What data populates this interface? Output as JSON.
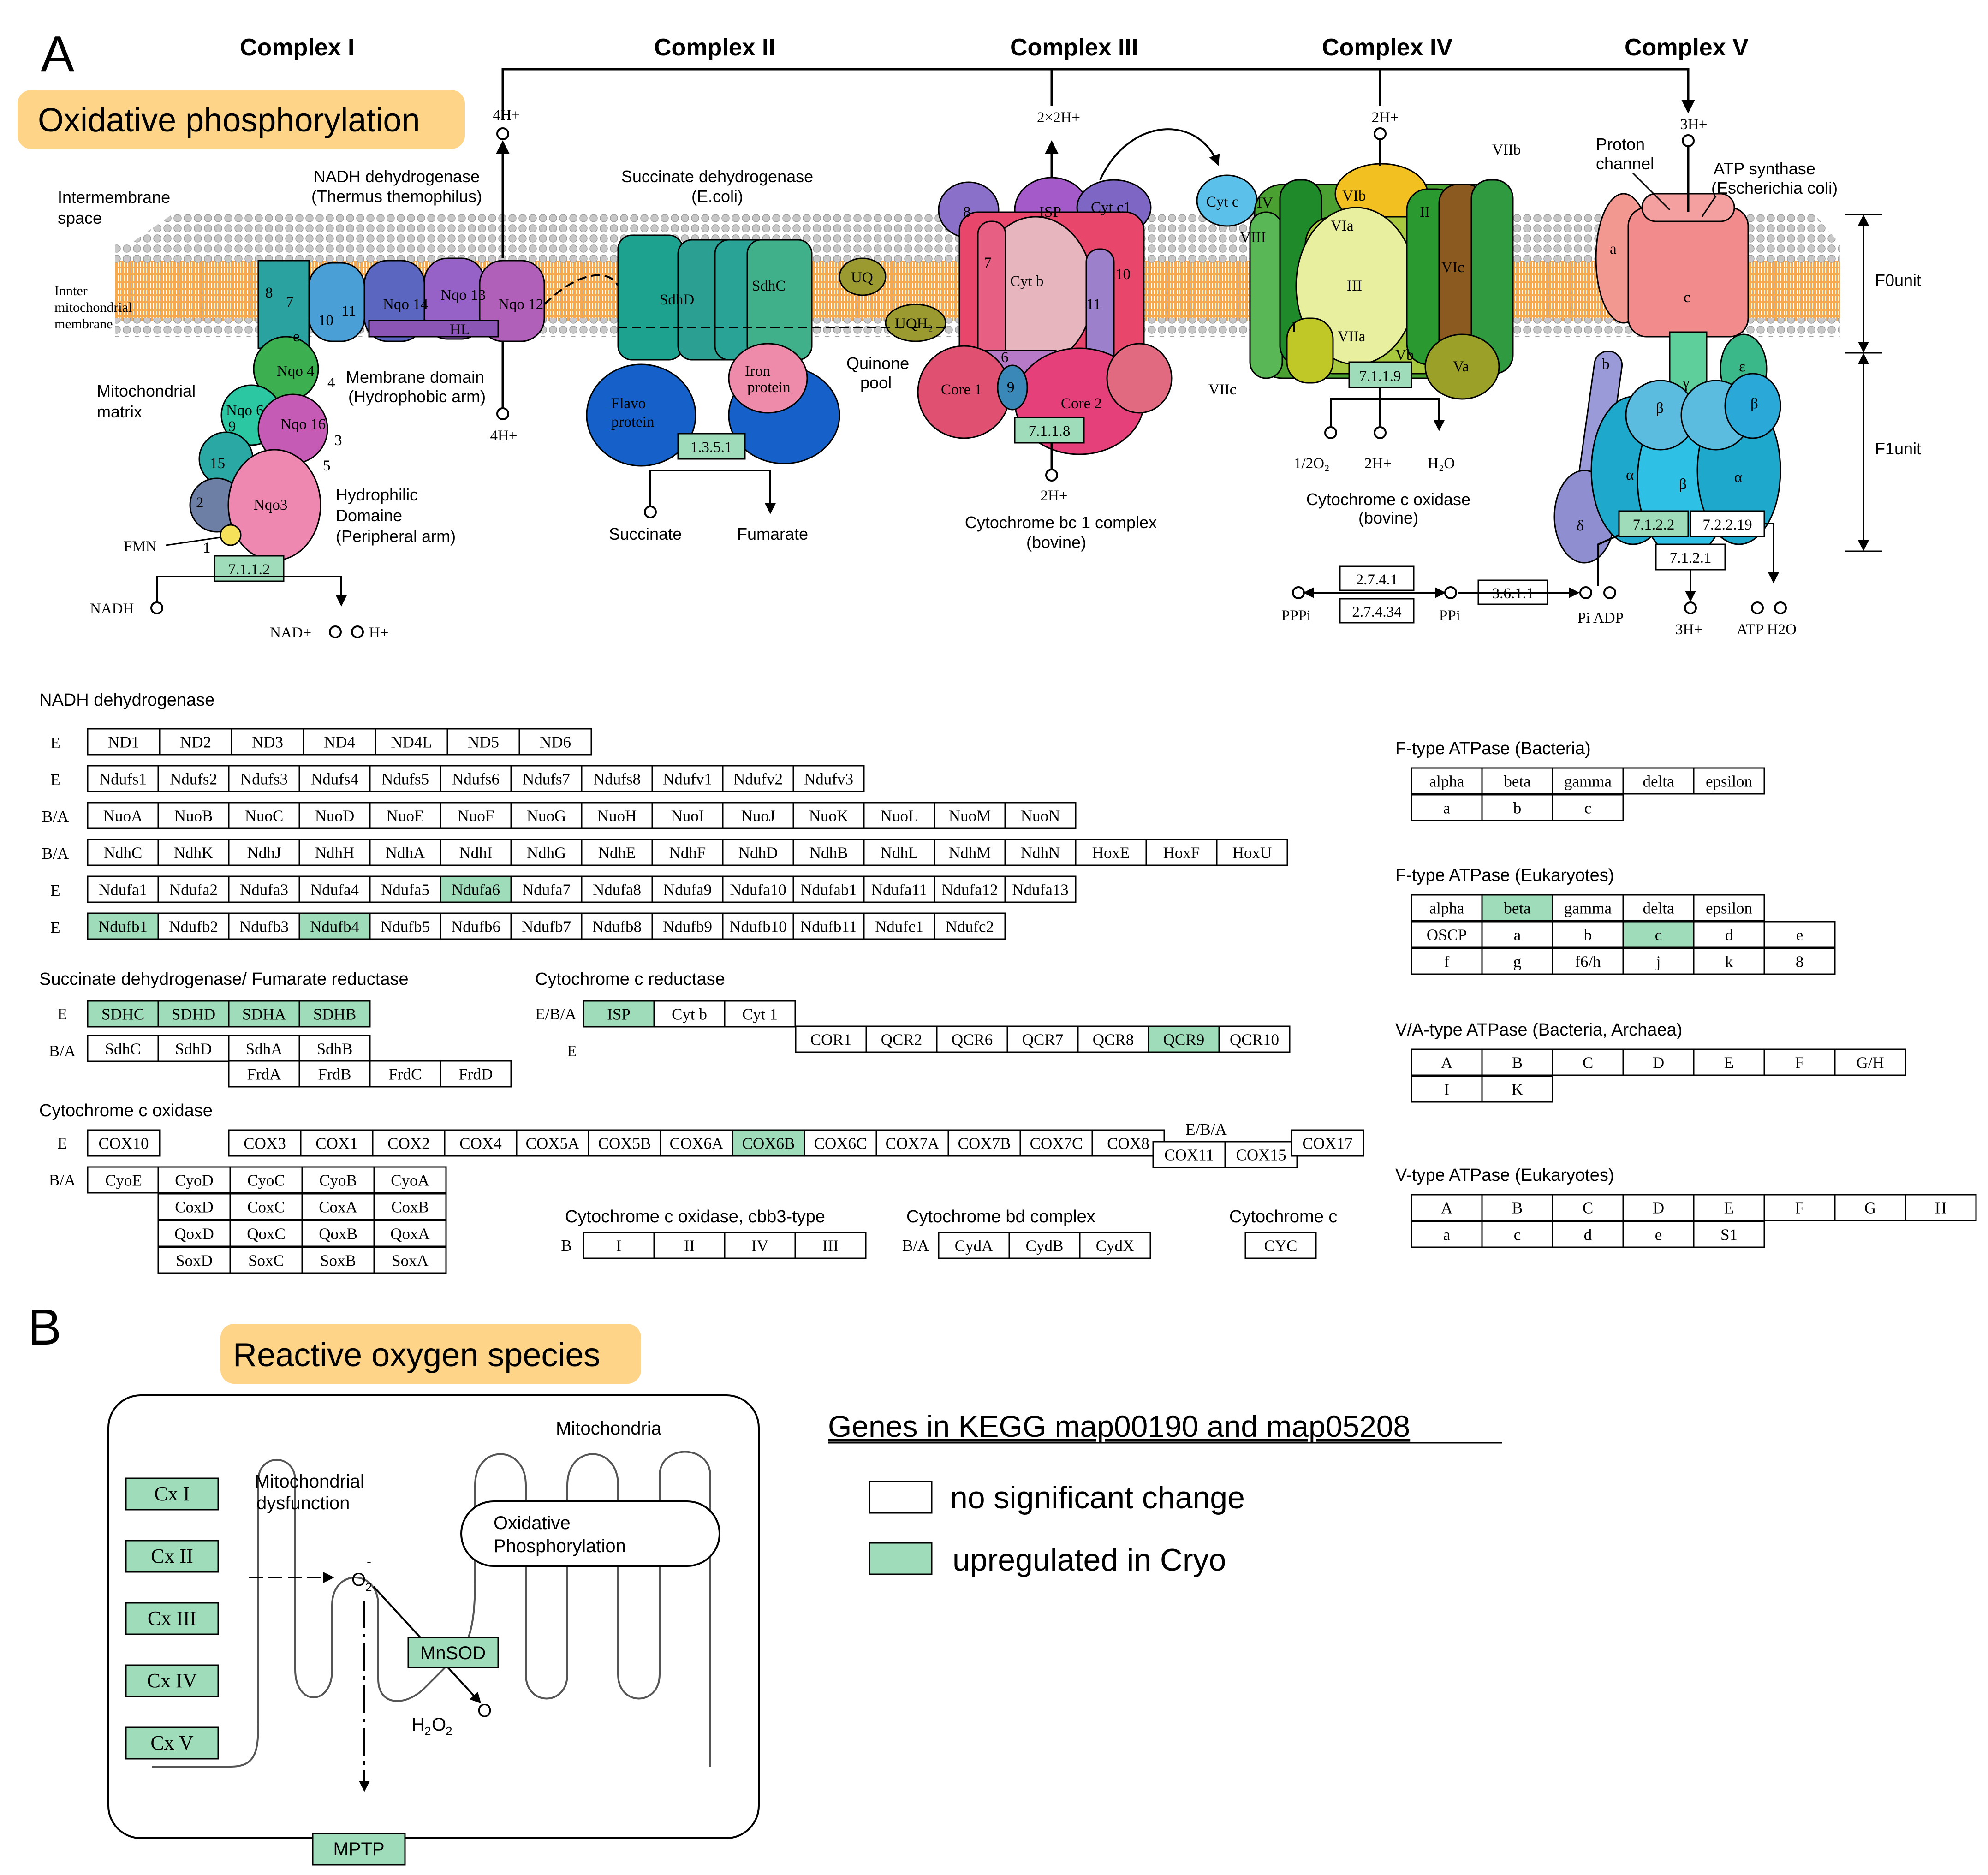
{
  "panel_a": {
    "letter": "A",
    "title": "Oxidative phosphorylation",
    "complex_headers": [
      "Complex I",
      "Complex II",
      "Complex III",
      "Complex IV",
      "Complex V"
    ],
    "region_labels": {
      "intermembrane": [
        "Intermembrane",
        "space"
      ],
      "inner_membrane": [
        "Innter",
        "mitochondrial",
        "membrane"
      ],
      "matrix": [
        "Mitochondrial",
        "matrix"
      ],
      "f0": "F0unit",
      "f1": "F1unit",
      "proton_channel": [
        "Proton",
        "channel"
      ],
      "atp_synthase": [
        "ATP synthase",
        "(Escherichia coli)"
      ]
    },
    "complex_i": {
      "name": [
        "NADH dehydrogenase",
        "(Thermus themophilus)"
      ],
      "membrane_domain": [
        "Membrane domain",
        "(Hydrophobic arm)"
      ],
      "hydrophilic": [
        "Hydrophilic",
        "Domaine",
        "(Peripheral arm)"
      ],
      "proton_top": "4H+",
      "proton_bottom": "4H+",
      "ec": "7.1.1.2",
      "fmn": "FMN",
      "nadh": "NADH",
      "nad": "NAD+",
      "h": "H+",
      "subunits": [
        "8",
        "7",
        "e",
        "10",
        "11",
        "Nqo 14",
        "Nqo 13",
        "HL",
        "Nqo 12",
        "Nqo 4",
        "4",
        "Nqo 6",
        "9",
        "Nqo 16",
        "3",
        "5",
        "15",
        "2",
        "Nqo3",
        "1"
      ]
    },
    "complex_ii": {
      "name": [
        "Succinate dehydrogenase",
        "(E.coli)"
      ],
      "sdhd": "SdhD",
      "sdhc": "SdhC",
      "flavo": [
        "Flavo",
        "protein"
      ],
      "iron": [
        "Iron",
        "protein"
      ],
      "ec": "1.3.5.1",
      "succinate": "Succinate",
      "fumarate": "Fumarate",
      "uq": "UQ",
      "uqh2": "UQH₂",
      "quinone": [
        "Quinone",
        "pool"
      ]
    },
    "complex_iii": {
      "name": [
        "Cytochrome bc 1 complex",
        "(bovine)"
      ],
      "proton_top": "2×2H+",
      "proton_bottom": "2H+",
      "ec": "7.1.1.8",
      "subunits": [
        "8",
        "ISP",
        "Cyt c1",
        "7",
        "Cyt b",
        "10",
        "11",
        "6",
        "Core 1",
        "9",
        "Core 2"
      ]
    },
    "complex_iv": {
      "name": [
        "Cytochrome c oxidase",
        "(bovine)"
      ],
      "proton_top": "2H+",
      "ec": "7.1.1.9",
      "o2": "1/2O₂",
      "h": "2H+",
      "h2o": "H₂O",
      "cytc": "Cyt c",
      "subunits": [
        "IV",
        "VIIb",
        "VIb",
        "VIa",
        "II",
        "VIII",
        "III",
        "VIc",
        "I",
        "VIIa",
        "Vb",
        "Va",
        "VIIc"
      ]
    },
    "complex_v": {
      "proton_top": "3H+",
      "ec1": "7.1.2.2",
      "ec2": "7.2.2.19",
      "ec3": "7.1.2.1",
      "ec4": "2.7.4.1",
      "ec5": "2.7.4.34",
      "ec6": "3.6.1.1",
      "pppi": "PPPi",
      "ppi": "PPi",
      "pi_adp": "Pi ADP",
      "h3": "3H+",
      "atp_h2o": "ATP H2O",
      "subunits": [
        "a",
        "c",
        "b",
        "γ",
        "ε",
        "δ",
        "β",
        "β",
        "α",
        "β",
        "α"
      ]
    },
    "gene_tables": {
      "nadh_title": "NADH dehydrogenase",
      "nadh_rows": [
        {
          "prefix": "E",
          "cells": [
            "ND1",
            "ND2",
            "ND3",
            "ND4",
            "ND4L",
            "ND5",
            "ND6"
          ]
        },
        {
          "prefix": "E",
          "cells": [
            "Ndufs1",
            "Ndufs2",
            "Ndufs3",
            "Ndufs4",
            "Ndufs5",
            "Ndufs6",
            "Ndufs7",
            "Ndufs8",
            "Ndufv1",
            "Ndufv2",
            "Ndufv3"
          ]
        },
        {
          "prefix": "B/A",
          "cells": [
            "NuoA",
            "NuoB",
            "NuoC",
            "NuoD",
            "NuoE",
            "NuoF",
            "NuoG",
            "NuoH",
            "NuoI",
            "NuoJ",
            "NuoK",
            "NuoL",
            "NuoM",
            "NuoN"
          ]
        },
        {
          "prefix": "B/A",
          "cells": [
            "NdhC",
            "NdhK",
            "NdhJ",
            "NdhH",
            "NdhA",
            "NdhI",
            "NdhG",
            "NdhE",
            "NdhF",
            "NdhD",
            "NdhB",
            "NdhL",
            "NdhM",
            "NdhN",
            "HoxE",
            "HoxF",
            "HoxU"
          ]
        },
        {
          "prefix": "E",
          "cells": [
            "Ndufa1",
            "Ndufa2",
            "Ndufa3",
            "Ndufa4",
            "Ndufa5",
            "Ndufa6",
            "Ndufa7",
            "Ndufa8",
            "Ndufa9",
            "Ndufa10",
            "Ndufab1",
            "Ndufa11",
            "Ndufa12",
            "Ndufa13"
          ],
          "up": [
            5
          ]
        },
        {
          "prefix": "E",
          "cells": [
            "Ndufb1",
            "Ndufb2",
            "Ndufb3",
            "Ndufb4",
            "Ndufb5",
            "Ndufb6",
            "Ndufb7",
            "Ndufb8",
            "Ndufb9",
            "Ndufb10",
            "Ndufb11",
            "Ndufc1",
            "Ndufc2"
          ],
          "up": [
            0,
            3
          ]
        }
      ],
      "sdh_title": "Succinate dehydrogenase/ Fumarate reductase",
      "sdh_rows": [
        {
          "prefix": "E",
          "cells": [
            "SDHC",
            "SDHD",
            "SDHA",
            "SDHB"
          ],
          "up": [
            0,
            1,
            2,
            3
          ]
        },
        {
          "prefix": "B/A",
          "cells": [
            "SdhC",
            "SdhD",
            "SdhA",
            "SdhB"
          ]
        },
        {
          "prefix": "",
          "cells": [
            "FrdA",
            "FrdB",
            "FrdC",
            "FrdD"
          ]
        }
      ],
      "cytc_red_title": "Cytochrome c reductase",
      "cytc_red_row1": {
        "prefix": "E/B/A",
        "cells": [
          "ISP",
          "Cyt b",
          "Cyt 1"
        ],
        "up": [
          0
        ]
      },
      "cytc_red_row2": {
        "prefix": "E",
        "cells": [
          "COR1",
          "QCR2",
          "QCR6",
          "QCR7",
          "QCR8",
          "QCR9",
          "QCR10"
        ],
        "up": [
          5
        ]
      },
      "cox_title": "Cytochrome c oxidase",
      "cox_row1_prefix": "E",
      "cox_row1_first": "COX10",
      "cox_row1": [
        "COX3",
        "COX1",
        "COX2",
        "COX4",
        "COX5A",
        "COX5B",
        "COX6A",
        "COX6B",
        "COX6C",
        "COX7A",
        "COX7B",
        "COX7C",
        "COX8"
      ],
      "cox_row1_up": [
        7
      ],
      "cox_ebA": "E/B/A",
      "cox_ebA_cells": [
        "COX11",
        "COX15"
      ],
      "cox_17": "COX17",
      "cox_ba_prefix": "B/A",
      "cox_ba_first": "CyoE",
      "cox_ba_grid": [
        [
          "CyoD",
          "CyoC",
          "CyoB",
          "CyoA"
        ],
        [
          "CoxD",
          "CoxC",
          "CoxA",
          "CoxB"
        ],
        [
          "QoxD",
          "QoxC",
          "QoxB",
          "QoxA"
        ],
        [
          "SoxD",
          "SoxC",
          "SoxB",
          "SoxA"
        ]
      ],
      "cbb3_title": "Cytochrome c oxidase, cbb3-type",
      "cbb3_prefix": "B",
      "cbb3_cells": [
        "I",
        "II",
        "IV",
        "III"
      ],
      "bd_title": "Cytochrome bd complex",
      "bd_prefix": "B/A",
      "bd_cells": [
        "CydA",
        "CydB",
        "CydX"
      ],
      "cyc_title": "Cytochrome c",
      "cyc_cells": [
        "CYC"
      ],
      "ftype_bact_title": "F-type ATPase (Bacteria)",
      "ftype_bact_rows": [
        [
          "alpha",
          "beta",
          "gamma",
          "delta",
          "epsilon"
        ],
        [
          "a",
          "b",
          "c"
        ]
      ],
      "ftype_euk_title": "F-type ATPase (Eukaryotes)",
      "ftype_euk_rows": [
        [
          "alpha",
          "beta",
          "gamma",
          "delta",
          "epsilon"
        ],
        [
          "OSCP",
          "a",
          "b",
          "c",
          "d",
          "e"
        ],
        [
          "f",
          "g",
          "f6/h",
          "j",
          "k",
          "8"
        ]
      ],
      "ftype_euk_up": [
        [
          0,
          1
        ],
        [
          1,
          3
        ]
      ],
      "va_title": "V/A-type ATPase (Bacteria, Archaea)",
      "va_rows": [
        [
          "A",
          "B",
          "C",
          "D",
          "E",
          "F",
          "G/H"
        ],
        [
          "I",
          "K"
        ]
      ],
      "v_title": "V-type ATPase (Eukaryotes)",
      "v_rows": [
        [
          "A",
          "B",
          "C",
          "D",
          "E",
          "F",
          "G",
          "H"
        ],
        [
          "a",
          "c",
          "d",
          "e",
          "S1"
        ]
      ]
    }
  },
  "panel_b": {
    "letter": "B",
    "title": "Reactive oxygen species",
    "mitochondria": "Mitochondria",
    "complexes": [
      "Cx I",
      "Cx II",
      "Cx III",
      "Cx IV",
      "Cx V"
    ],
    "dysfunction": [
      "Mitochondrial",
      "dysfunction"
    ],
    "oxphos": [
      "Oxidative",
      "Phosphorylation"
    ],
    "superoxide": "O",
    "mnsod": "MnSOD",
    "h2o2": "H",
    "mptp": "MPTP"
  },
  "legend": {
    "title": "Genes in KEGG map00190 and map05208",
    "items": [
      {
        "label": "no significant change",
        "color": "#ffffff"
      },
      {
        "label": "upregulated in Cryo",
        "color": "#9fdcb9"
      }
    ]
  },
  "colors": {
    "up": "#9fdcb9",
    "title_bg": "#fdd488",
    "membrane": "#f59a3a"
  }
}
